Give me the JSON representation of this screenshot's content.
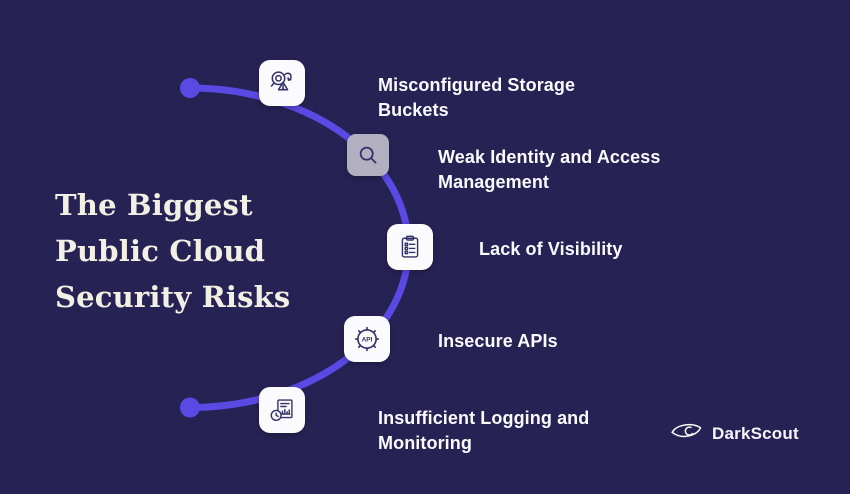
{
  "title": {
    "lines": [
      "The Biggest",
      "Public Cloud",
      "Security Risks"
    ]
  },
  "items": [
    {
      "label": "Misconfigured Storage Buckets",
      "icon": "bucket-misconfig-warning-icon"
    },
    {
      "label": "Weak Identity and Access Management",
      "icon": "search-icon"
    },
    {
      "label": "Lack of Visibility",
      "icon": "clipboard-checklist-icon"
    },
    {
      "label": "Insecure APIs",
      "icon": "api-gear-icon",
      "icon_text": "API"
    },
    {
      "label": "Insufficient Logging and Monitoring",
      "icon": "log-report-clock-icon"
    }
  ],
  "brand": {
    "name": "DarkScout",
    "icon": "eye-orbit-icon"
  },
  "colors": {
    "background": "#272254",
    "accent": "#5a49e3",
    "icon_ink": "#34316a",
    "icon_box": "#fbfbfd",
    "icon_box_muted": "#b2afc1",
    "title_text": "#f2efe5",
    "label_text": "#fafaff",
    "brand_text": "#f5f5fa"
  }
}
